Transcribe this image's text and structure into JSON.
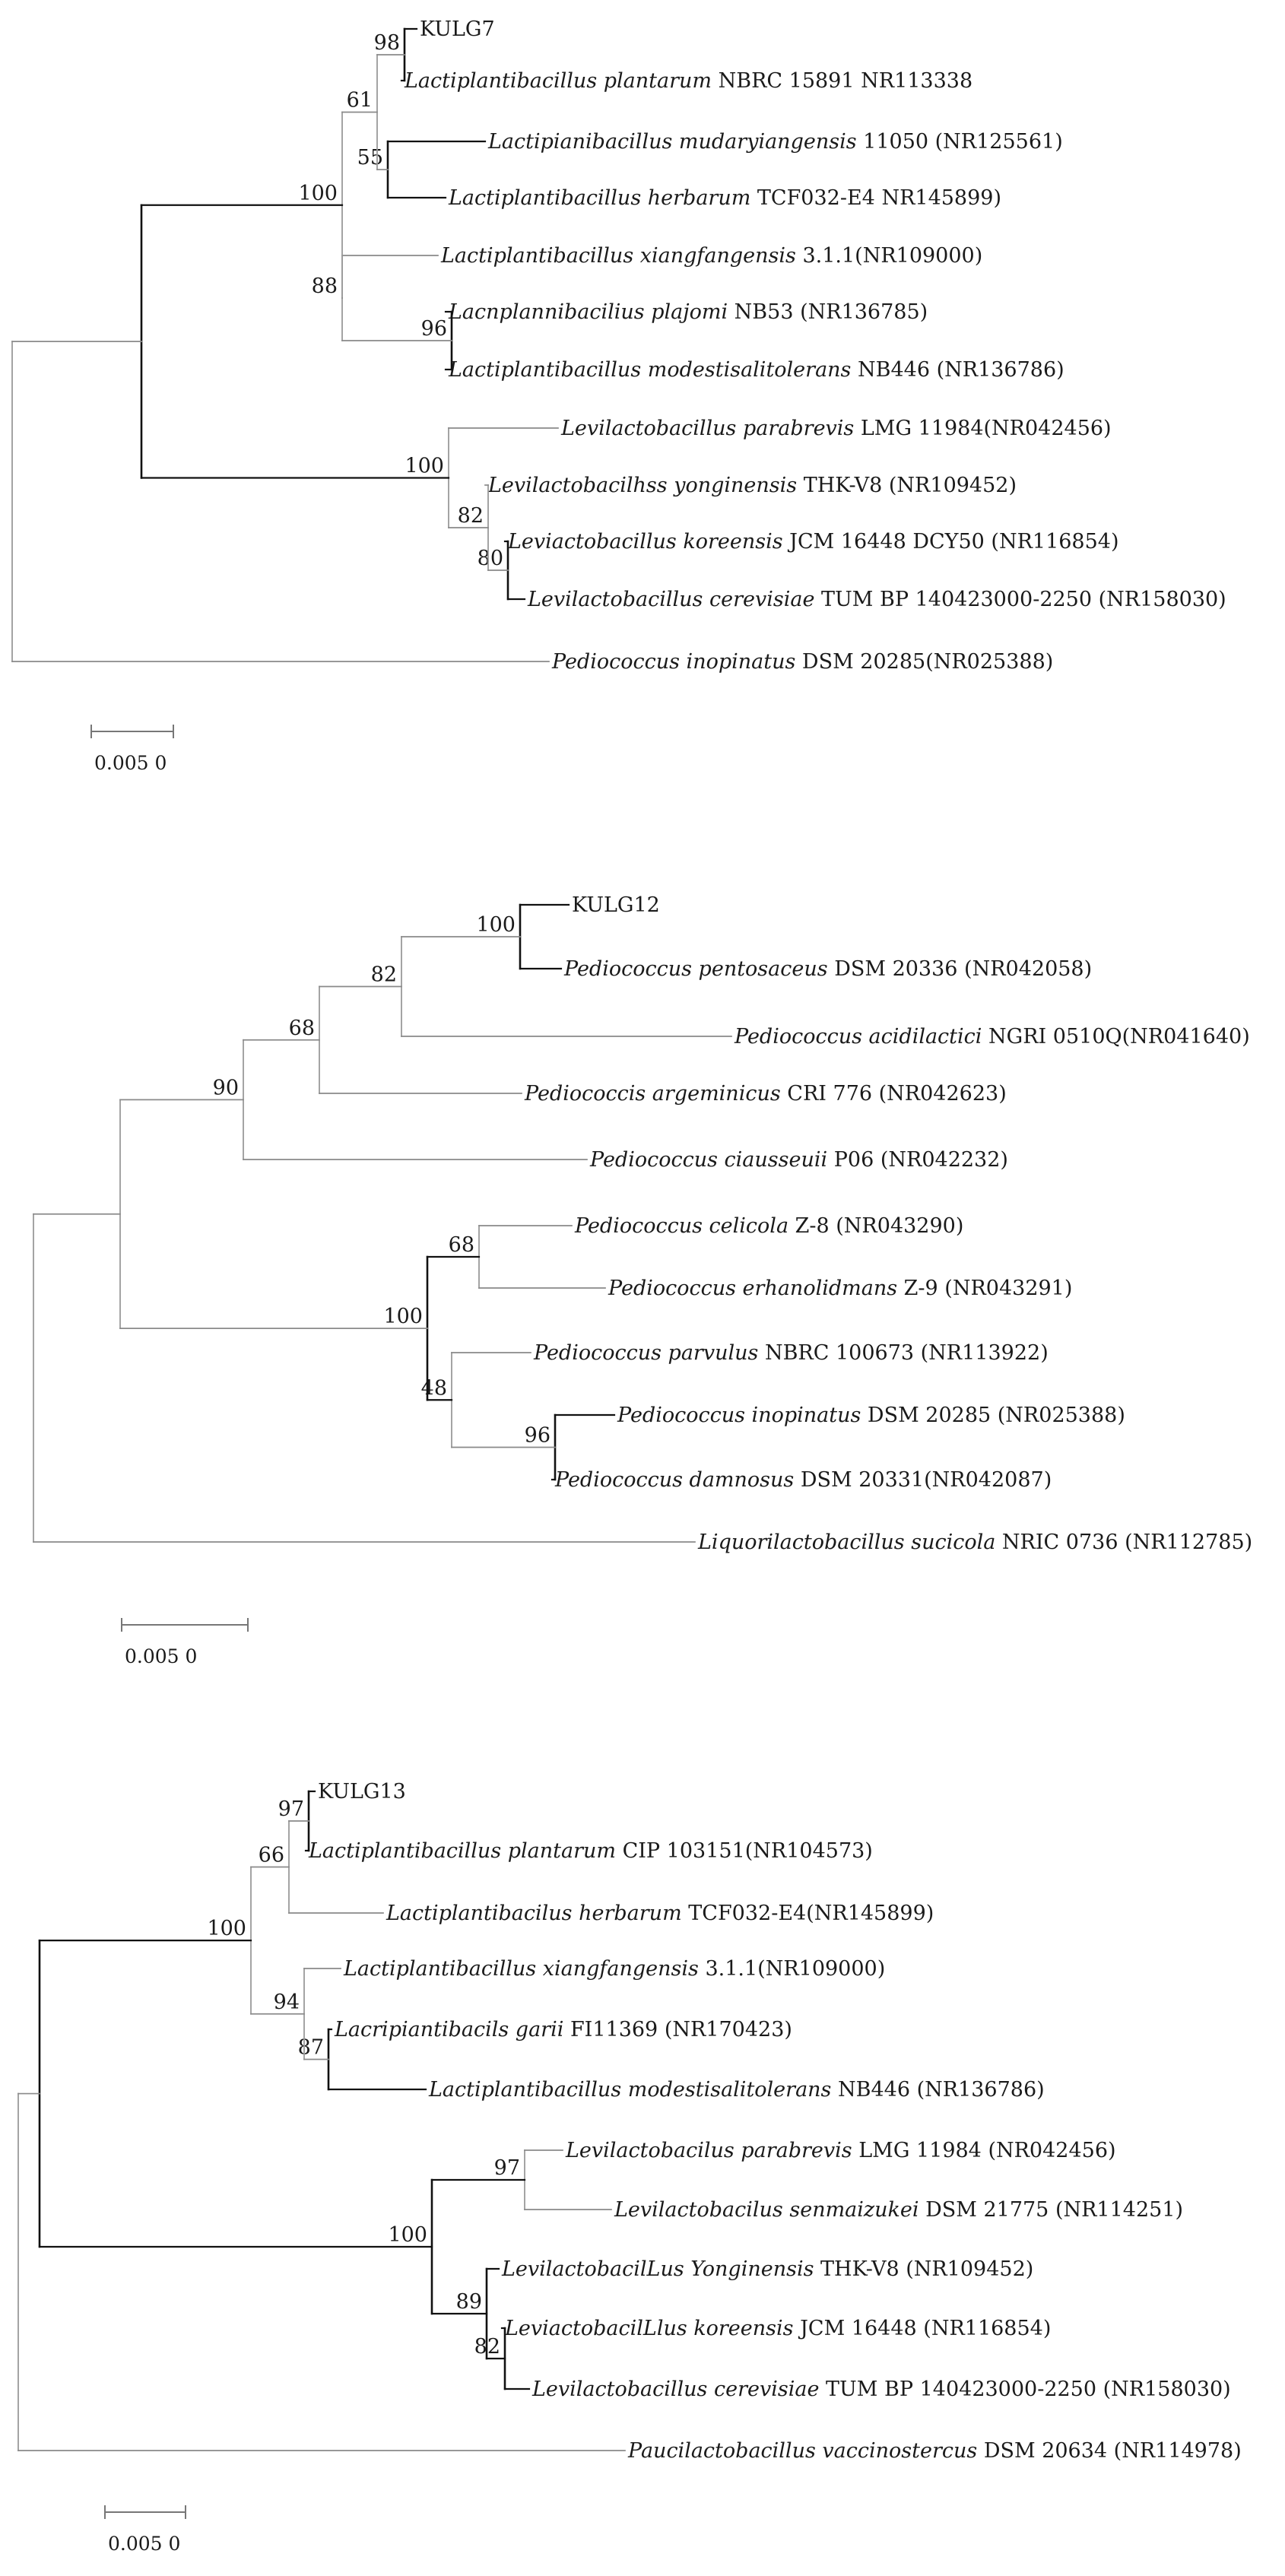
{
  "trees": [
    {
      "labels": [
        {
          "plain": "KULG7"
        },
        {
          "italic": "Lactiplantibacillus plantarum",
          "plain": " NBRC 15891 NR113338"
        },
        {
          "italic": "Lactipianibacillus mudaryiangensis",
          "plain": " 11050 (NR125561)"
        },
        {
          "italic": "Lactiplantibacillus herbarum",
          "plain": " TCF032-E4 NR145899)"
        },
        {
          "italic": "Lactiplantibacillus xiangfangensis",
          "plain": " 3.1.1(NR109000)"
        },
        {
          "italic": "Lacnplannibacilius plajomi",
          "plain": " NB53 (NR136785)"
        },
        {
          "italic": "Lactiplantibacillus modestisalitolerans",
          "plain": " NB446 (NR136786)"
        },
        {
          "italic": "Levilactobacillus parabrevis",
          "plain": " LMG 11984(NR042456)"
        },
        {
          "italic": "Levilactobacilhss yonginensis",
          "plain": " THK-V8 (NR109452)"
        },
        {
          "italic": "Leviactobacillus koreensis",
          "plain": " JCM 16448 DCY50 (NR116854)"
        },
        {
          "italic": "Levilactobacillus cerevisiae",
          "plain": " TUM BP 140423000-2250 (NR158030)"
        },
        {
          "italic": "Pediococcus inopinatus",
          "plain": " DSM 20285(NR025388)"
        }
      ],
      "bootstrap": [
        "98",
        "61",
        "100",
        "55",
        "88",
        "96",
        "100",
        "82",
        "80"
      ],
      "scale_label": "0.005 0"
    },
    {
      "labels": [
        {
          "plain": "KULG12"
        },
        {
          "italic": "Pediococcus pentosaceus",
          "plain": " DSM 20336 (NR042058)"
        },
        {
          "italic": "Pediococcus acidilactici",
          "plain": " NGRI 0510Q(NR041640)"
        },
        {
          "italic": "Pediococcis argeminicus",
          "plain": " CRI 776 (NR042623)"
        },
        {
          "italic": "Pediococcus ciausseuii",
          "plain": " P06 (NR042232)"
        },
        {
          "italic": "Pediococcus celicola",
          "plain": " Z-8 (NR043290)"
        },
        {
          "italic": "Pediococcus erhanolidmans",
          "plain": " Z-9 (NR043291)"
        },
        {
          "italic": "Pediococcus parvulus",
          "plain": " NBRC 100673 (NR113922)"
        },
        {
          "italic": "Pediococcus inopinatus",
          "plain": " DSM 20285 (NR025388)"
        },
        {
          "italic": "Pediococcus damnosus",
          "plain": " DSM 20331(NR042087)"
        },
        {
          "italic": "Liquorilactobacillus sucicola",
          "plain": " NRIC 0736 (NR112785)"
        }
      ],
      "bootstrap": [
        "100",
        "82",
        "68",
        "90",
        "68",
        "100",
        "48",
        "96"
      ],
      "scale_label": "0.005 0"
    },
    {
      "labels": [
        {
          "plain": "KULG13"
        },
        {
          "italic": "Lactiplantibacillus plantarum",
          "plain": " CIP 103151(NR104573)"
        },
        {
          "italic": "Lactiplantibacilus herbarum",
          "plain": " TCF032-E4(NR145899)"
        },
        {
          "italic": "Lactiplantibacillus xiangfangensis",
          "plain": " 3.1.1(NR109000)"
        },
        {
          "italic": "Lacripiantibacils garii",
          "plain": " FI11369 (NR170423)"
        },
        {
          "italic": "Lactiplantibacillus modestisalitolerans",
          "plain": " NB446 (NR136786)"
        },
        {
          "italic": "Levilactobacilus parabrevis",
          "plain": " LMG 11984 (NR042456)"
        },
        {
          "italic": "Levilactobacilus senmaizukei",
          "plain": " DSM 21775 (NR114251)"
        },
        {
          "italic": "LevilactobacilLus Yonginensis",
          "plain": " THK-V8 (NR109452)"
        },
        {
          "italic": "LeviactobacilLlus koreensis",
          "plain": " JCM 16448 (NR116854)"
        },
        {
          "italic": "Levilactobacillus cerevisiae",
          "plain": " TUM BP 140423000-2250 (NR158030)"
        },
        {
          "italic": "Paucilactobacillus vaccinostercus",
          "plain": " DSM 20634 (NR114978)"
        }
      ],
      "bootstrap": [
        "97",
        "66",
        "100",
        "94",
        "87",
        "97",
        "100",
        "89",
        "82"
      ],
      "scale_label": "0.005 0"
    }
  ]
}
